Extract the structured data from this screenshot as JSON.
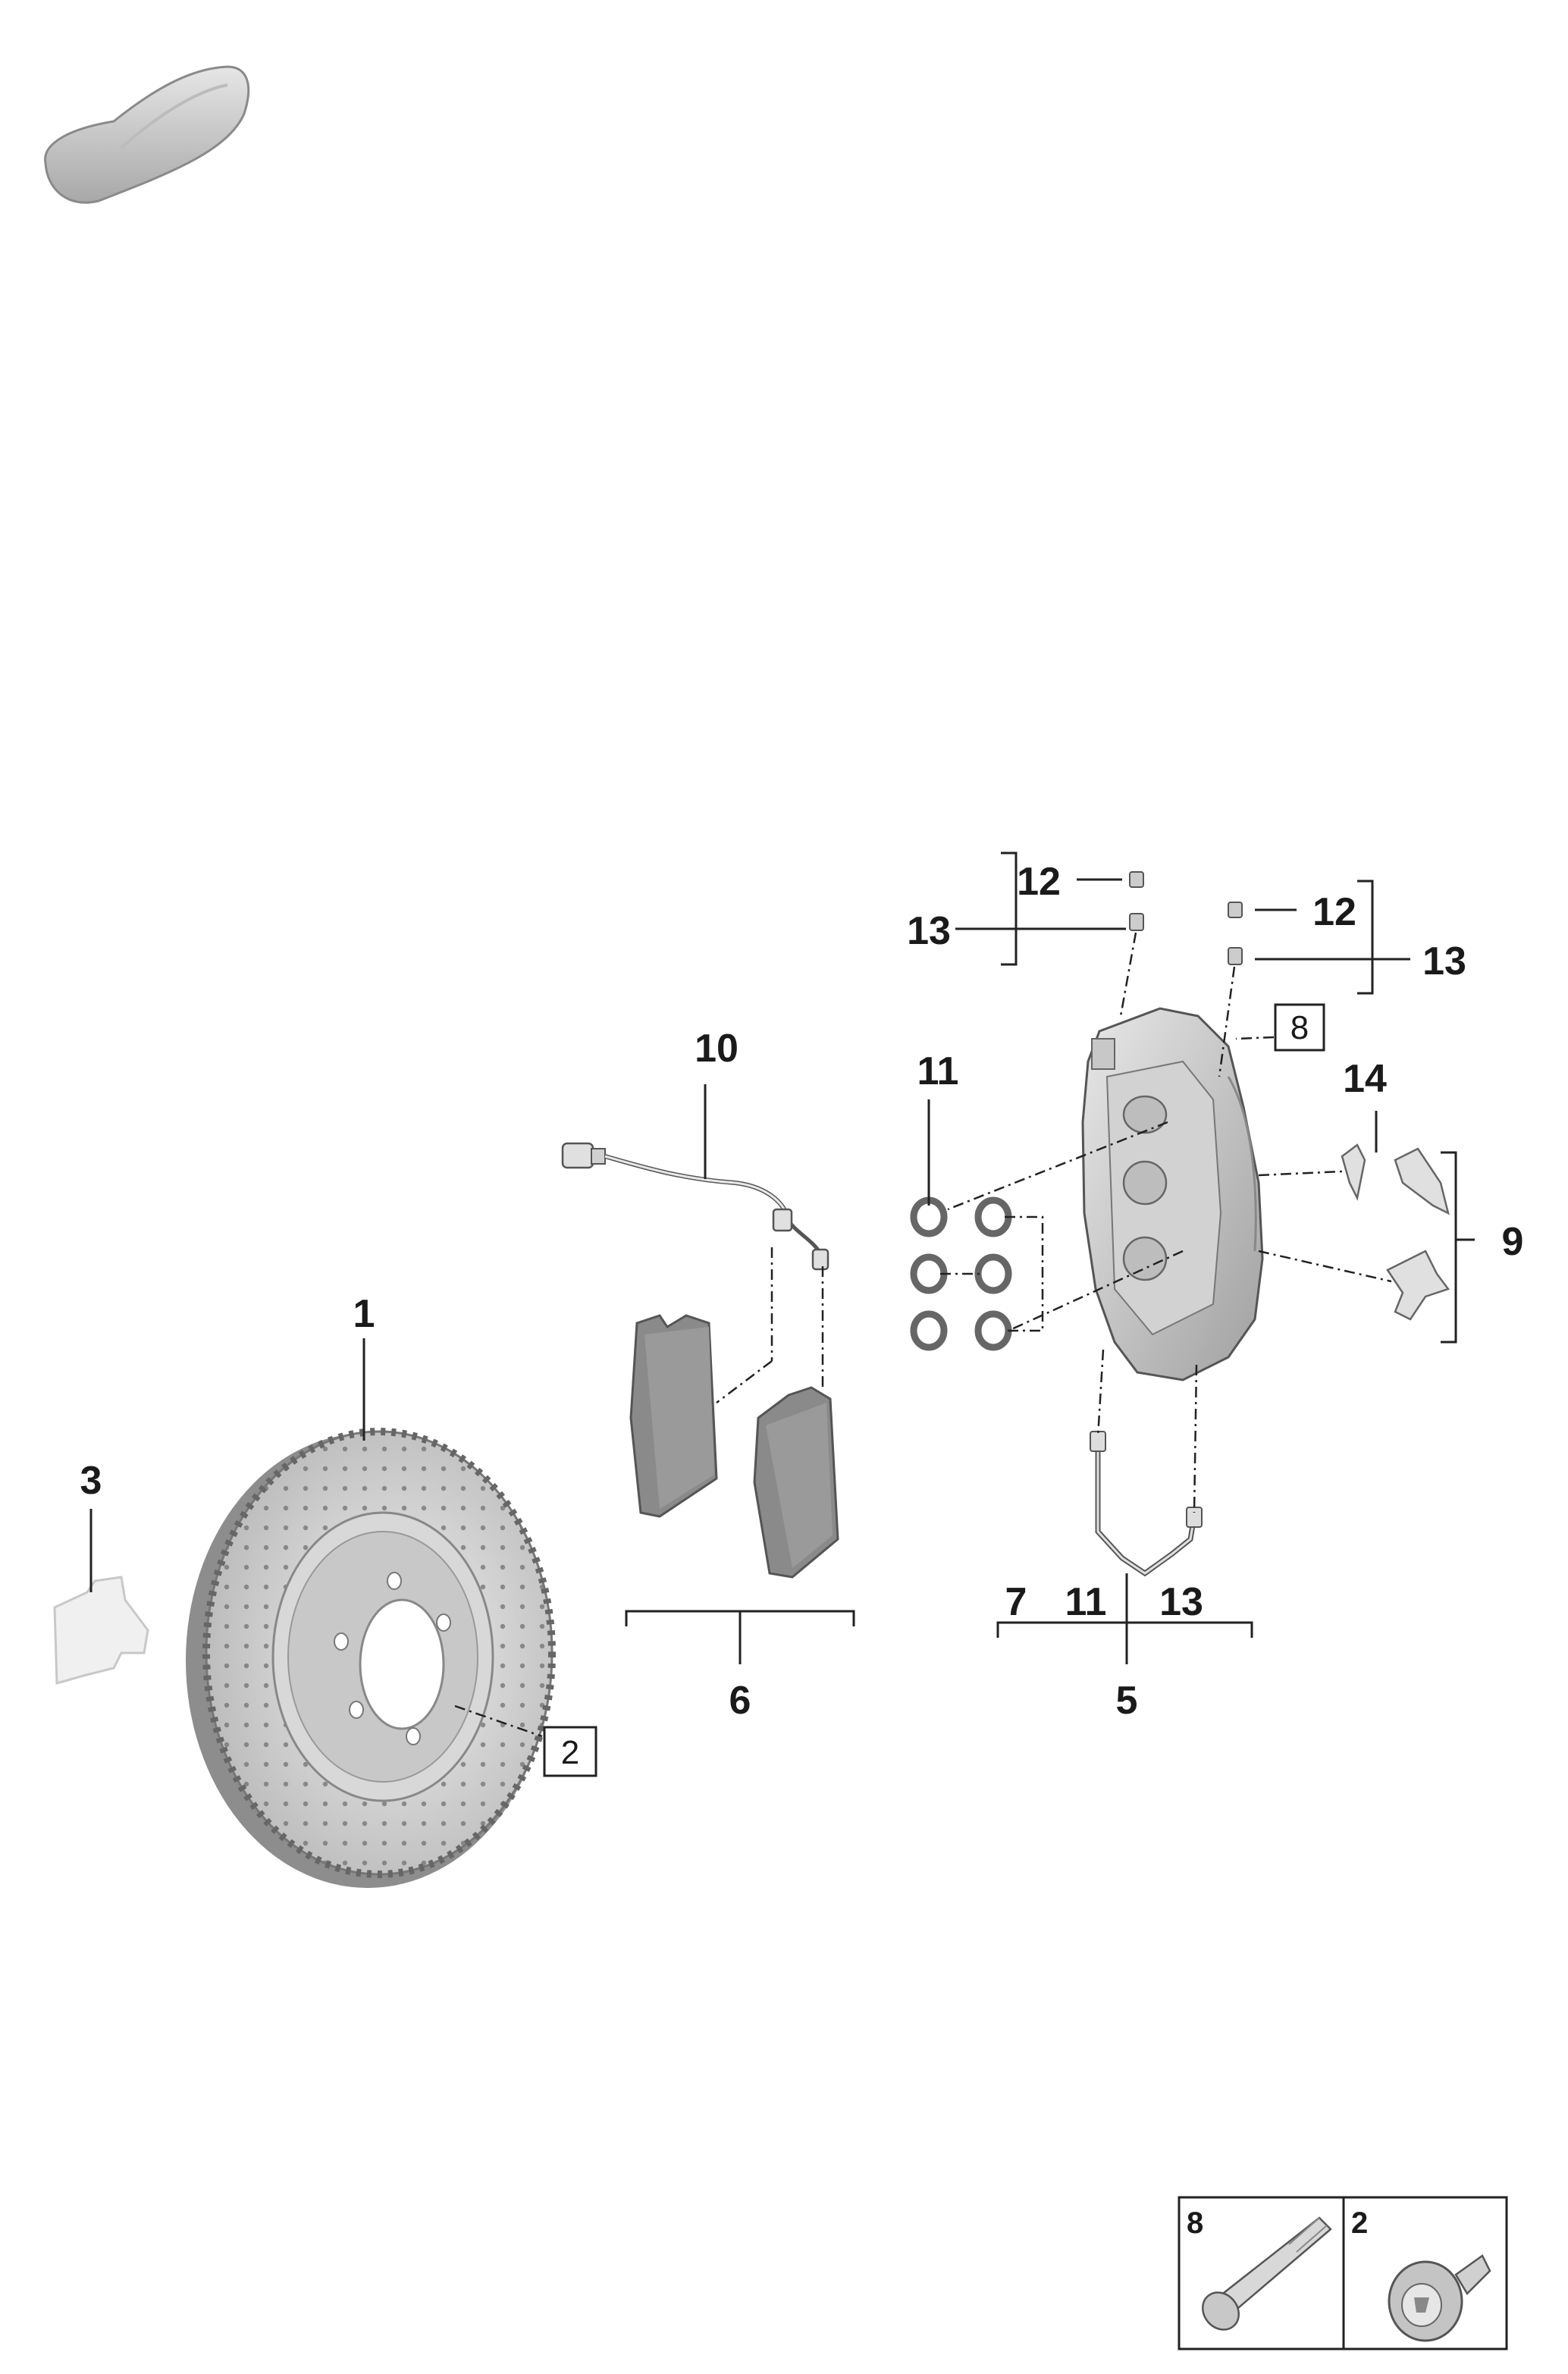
{
  "callouts": {
    "c1": "1",
    "c2": "2",
    "c3": "3",
    "c5": "5",
    "c6": "6",
    "c7": "7",
    "c8": "8",
    "c9": "9",
    "c10": "10",
    "c11a": "11",
    "c11b": "11",
    "c12a": "12",
    "c12b": "12",
    "c13a": "13",
    "c13b": "13",
    "c13c": "13",
    "c14": "14"
  },
  "legend": {
    "left_label": "8",
    "right_label": "2"
  }
}
